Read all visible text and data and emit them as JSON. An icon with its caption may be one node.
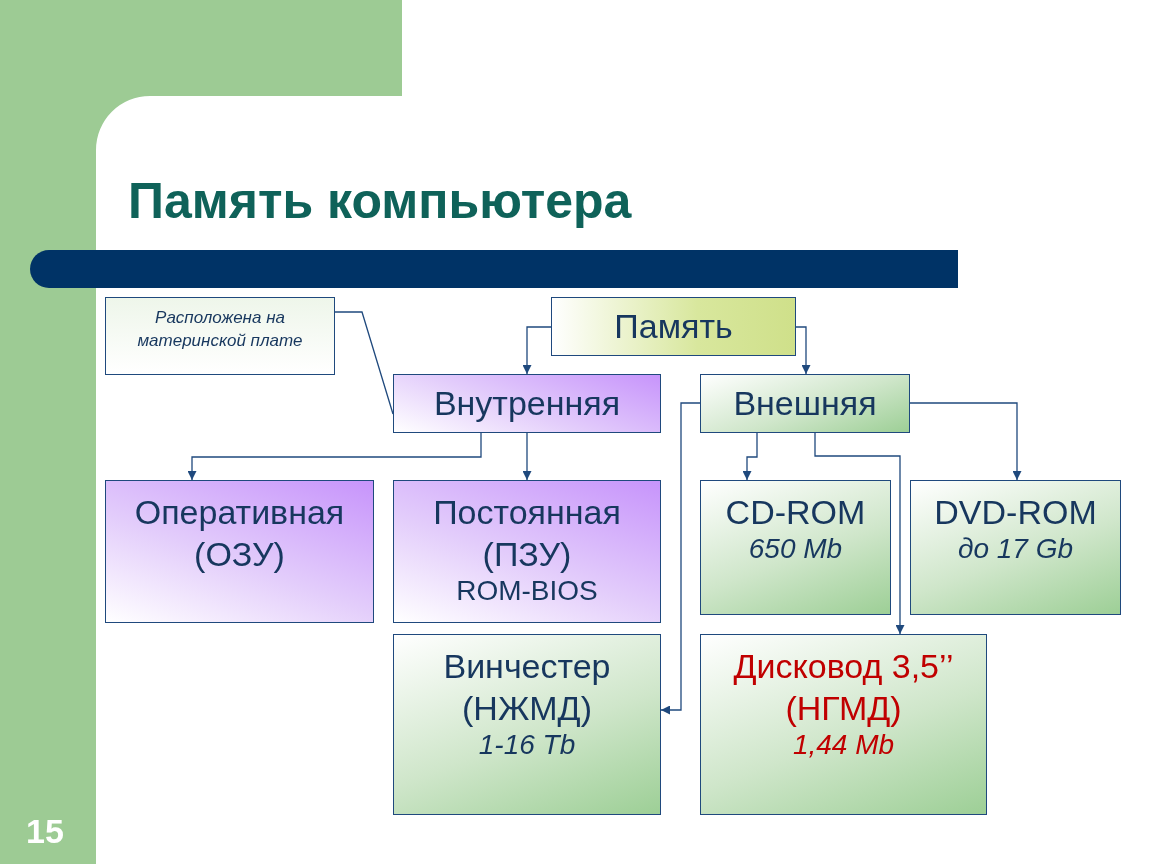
{
  "diagram": {
    "title": "Память компьютера",
    "nodes": [
      {
        "text": [
          "Расположена на материнской плате"
        ]
      },
      {
        "text": [
          "Память"
        ]
      },
      {
        "text": [
          "Внутренняя"
        ]
      },
      {
        "text": [
          "Внешняя"
        ]
      },
      {
        "text": [
          "Оперативная (ОЗУ)"
        ]
      },
      {
        "text": [
          "Постоянная (ПЗУ)",
          "ROM-BIOS"
        ]
      },
      {
        "text": [
          "CD-ROM",
          "650 Mb"
        ]
      },
      {
        "text": [
          "DVD-ROM",
          "до 17 Gb"
        ]
      },
      {
        "text": [
          "Винчестер (НЖМД)",
          "1-16 Tb"
        ]
      },
      {
        "text": [
          "Дисковод 3,5’’ (НГМД)",
          "1,44 Mb"
        ]
      }
    ],
    "edges": [
      {
        "from": 0,
        "to": 2,
        "arrow": "none"
      },
      {
        "from": 1,
        "to": 2,
        "arrow": "to"
      },
      {
        "from": 1,
        "to": 3,
        "arrow": "to"
      },
      {
        "from": 2,
        "to": 4,
        "arrow": "to"
      },
      {
        "from": 2,
        "to": 5,
        "arrow": "to"
      },
      {
        "from": 3,
        "to": 6,
        "arrow": "to"
      },
      {
        "from": 3,
        "to": 7,
        "arrow": "to"
      },
      {
        "from": 3,
        "to": 8,
        "arrow": "to"
      },
      {
        "from": 3,
        "to": 9,
        "arrow": "to"
      }
    ],
    "labels": [
      "15"
    ]
  }
}
